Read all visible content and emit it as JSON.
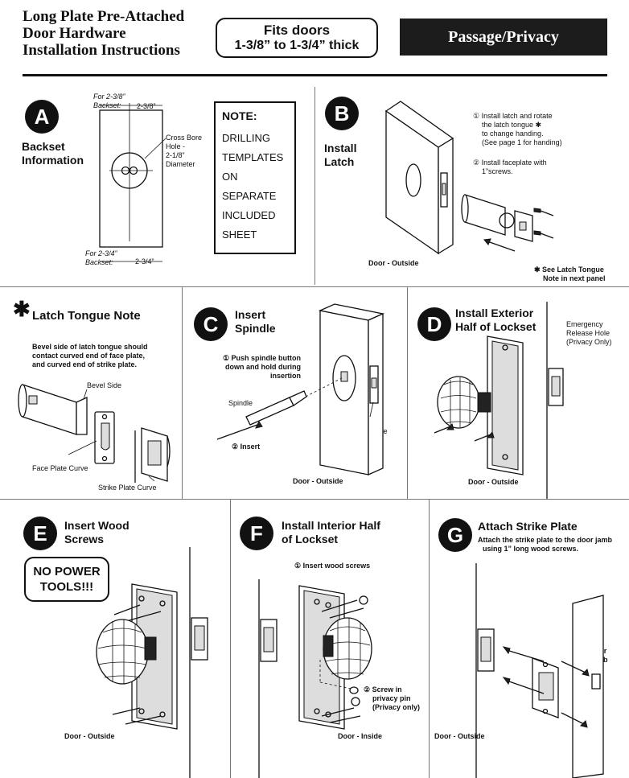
{
  "header": {
    "title_lines": [
      "Long Plate Pre-Attached",
      "Door Hardware",
      "Installation Instructions"
    ],
    "fits_line1": "Fits doors",
    "fits_line2": "1-3/8” to 1-3/4” thick",
    "banner": "Passage/Privacy"
  },
  "panel_a": {
    "badge": "A",
    "heading_line1": "Backset",
    "heading_line2": "Information",
    "top_label_1": "For 2-3/8”",
    "top_label_2": "Backset:",
    "top_dim": "2-3/8”",
    "bottom_label_1": "For 2-3/4”",
    "bottom_label_2": "Backset:",
    "bottom_dim": "2-3/4”",
    "bore_lines": [
      "Cross Bore",
      "Hole -",
      "2-1/8”",
      "Diameter"
    ]
  },
  "note": {
    "title": "NOTE:",
    "lines": [
      "DRILLING",
      "TEMPLATES",
      "ON",
      "SEPARATE",
      "INCLUDED",
      "SHEET"
    ]
  },
  "panel_b": {
    "badge": "B",
    "heading_line1": "Install",
    "heading_line2": "Latch",
    "step1_lines": [
      "① Install latch and rotate",
      "the latch tongue ✱",
      "to change handing.",
      "(See page 1 for handing)"
    ],
    "step2_lines": [
      "② Install faceplate with",
      "1”screws."
    ],
    "door_label": "Door - Outside",
    "see_note_1": "✱ See Latch Tongue",
    "see_note_2": "Note in next panel"
  },
  "tongue_note": {
    "star": "✱",
    "heading": "Latch Tongue Note",
    "text_lines": [
      "Bevel side of latch tongue should",
      "contact curved end of face plate,",
      "and curved end of strike plate."
    ],
    "bevel": "Bevel Side",
    "face_curve": "Face Plate Curve",
    "strike_curve": "Strike Plate Curve"
  },
  "panel_c": {
    "badge": "C",
    "heading_line1": "Insert",
    "heading_line2": "Spindle",
    "step1_lines": [
      "① Push spindle button",
      "down and hold during",
      "insertion"
    ],
    "spindle": "Spindle",
    "insert": "② Insert",
    "latch_lines": [
      "Latch",
      "Tongue"
    ],
    "door_label": "Door - Outside"
  },
  "panel_d": {
    "badge": "D",
    "heading_line1": "Install Exterior",
    "heading_line2": "Half of Lockset",
    "emergency_lines": [
      "Emergency",
      "Release Hole",
      "(Privacy Only)"
    ],
    "door_label": "Door - Outside"
  },
  "panel_e": {
    "badge": "E",
    "heading_line1": "Insert Wood",
    "heading_line2": "Screws",
    "no_power_1": "NO POWER",
    "no_power_2": "TOOLS!!!",
    "door_label": "Door - Outside"
  },
  "panel_f": {
    "badge": "F",
    "heading_line1": "Install Interior Half",
    "heading_line2": "of Lockset",
    "step1": "① Insert wood screws",
    "step2_lines": [
      "② Screw in",
      "privacy pin",
      "(Privacy only)"
    ],
    "door_label": "Door - Inside"
  },
  "panel_g": {
    "badge": "G",
    "heading": "Attach Strike Plate",
    "text_lines": [
      "Attach the strike plate to the door jamb",
      "using 1” long wood screws."
    ],
    "jamb_lines": [
      "Door",
      "Jamb"
    ],
    "door_label": "Door - Outside"
  }
}
